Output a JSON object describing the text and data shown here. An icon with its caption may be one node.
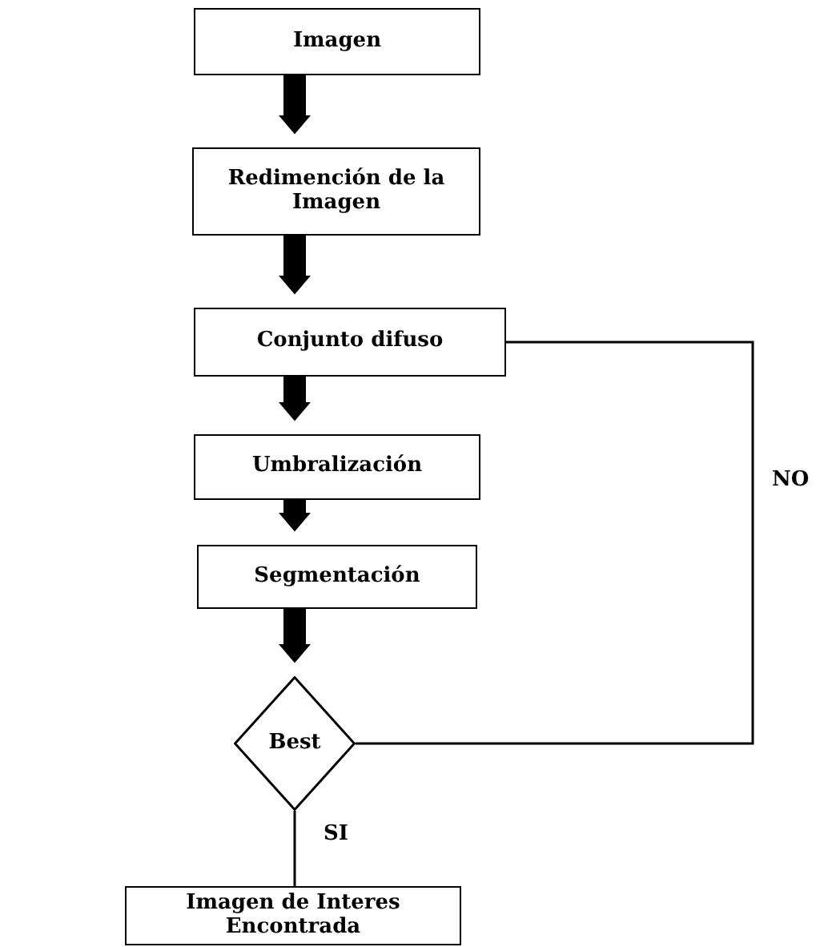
{
  "diagram": {
    "nodes": [
      {
        "text": [
          "Imagen"
        ]
      },
      {
        "text": [
          "Redimención de la Imagen"
        ]
      },
      {
        "text": [
          "Conjunto difuso"
        ]
      },
      {
        "text": [
          "Umbralización"
        ]
      },
      {
        "text": [
          "Segmentación"
        ]
      },
      {
        "text": [
          "Best"
        ]
      },
      {
        "text": [
          "Imagen de Interes Encontrada"
        ]
      }
    ],
    "edges": [
      {
        "from": 0,
        "to": 1,
        "arrow": "to"
      },
      {
        "from": 1,
        "to": 2,
        "arrow": "to"
      },
      {
        "from": 2,
        "to": 3,
        "arrow": "to"
      },
      {
        "from": 3,
        "to": 4,
        "arrow": "to"
      },
      {
        "from": 4,
        "to": 5,
        "arrow": "to"
      },
      {
        "from": 5,
        "to": 6,
        "arrow": "none",
        "label": "SI"
      },
      {
        "from": 5,
        "to": 2,
        "arrow": "none",
        "label": "NO"
      }
    ]
  }
}
